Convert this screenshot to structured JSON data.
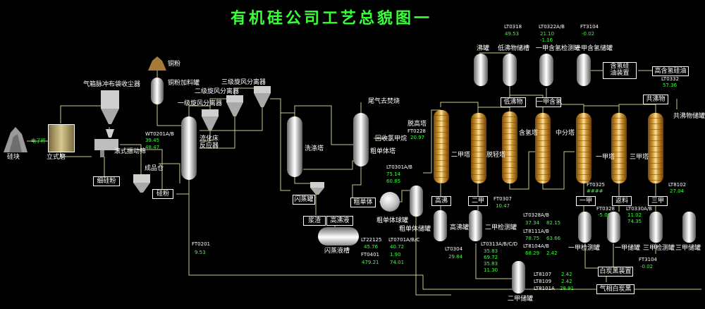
{
  "title": "有机硅公司工艺总貌图一",
  "colors": {
    "pipe": "#c9c98a",
    "text": "#ffffff",
    "value": "#39ff39",
    "background": "#000000"
  },
  "labels": {
    "silicon_block": "硅块",
    "vertical_mill": "立式磨",
    "small_tag": "电子秤",
    "pulse_collector": "气箱脉冲布袋收尘器",
    "vibrating_screen": "滚式振动筛",
    "fine_silicon": "细硅粉",
    "finished_product": "成品仓",
    "silicon_powder": "硅粉",
    "copper_powder": "铜粉",
    "copper_tank": "铜粉加料罐",
    "cyclone1": "一级旋风分离器",
    "cyclone2": "二级旋风分离器",
    "cyclone3": "三级旋风分离器",
    "fluid_bed": "流化床\n反应器",
    "washing_tower": "洗涤塔",
    "flash_tank": "闪蒸罐",
    "slurry": "浆渣",
    "high_boil_liquid": "高沸液",
    "flash_liquid_tank": "闪蒸液槽",
    "tail_gas": "尾气去焚烧",
    "recover_mcl": "回收氯甲烷",
    "crude_tower": "粗单体塔",
    "crude_mono": "粗单体",
    "crude_ball_tank": "粗单体球罐",
    "crude_storage": "粗单体储罐",
    "dehigh_tower": "脱高塔",
    "high_boil": "高沸",
    "high_boil_tank": "高沸罐",
    "dimethyl_tower": "二甲塔",
    "dimethyl": "二甲",
    "dimethyl_check": "二甲检测罐",
    "dimethyl_storage": "二甲储罐",
    "delight_tower": "脱轻塔",
    "low_boil": "低沸物",
    "low_boil_store": "低沸物储槽",
    "boil_tank": "沸罐",
    "h_tower": "含氢塔",
    "monomethyl_h": "一甲含氢",
    "mh_check": "一甲含氢检测罐",
    "mh_store": "一甲含氢储罐",
    "h_oil_device": "含氢硅\n油装置",
    "high_h_oil": "高含氢硅油",
    "mid_tower": "中分塔",
    "monomethyl_tower": "一甲塔",
    "monomethyl": "一甲",
    "mm_check": "一甲检测罐",
    "mm_store": "一甲储罐",
    "trimethyl_tower": "三甲塔",
    "trimethyl": "三甲",
    "tm_check": "三甲检测罐",
    "tm_store": "三甲储罐",
    "azeotrope": "共沸物",
    "azeotrope_store": "共沸物储罐",
    "reflux": "返料",
    "carbon_black_dev": "白炭黑装置",
    "fumed_silica": "气相白炭黑"
  },
  "instruments": {
    "wt0201_tag": "WT0201A/B",
    "wt0201_v1": "39.45",
    "wt0201_v2": "48.47",
    "ft0201_tag": "FT0201",
    "ft0201_v": "9.53",
    "lt0301_tag": "LT0301A/B",
    "lt0301_v1": "75.14",
    "lt0301_v2": "60.85",
    "ft0228_tag": "FT0228",
    "ft0228_v": "20.97",
    "lt22125_tag": "LT22125",
    "lt22125_v": "45.76",
    "ft0401_tag": "FT0401",
    "ft0401_v": "479.21",
    "lt0701_tag": "LT0701A/B/C",
    "lt0701_v1": "40.72",
    "lt0701_v2": "1.90",
    "lt0701_v3": "74.01",
    "lt0304_tag": "LT0304",
    "lt0304_v": "29.84",
    "lt0313_tag": "LT0313A/B/C/D",
    "lt0313_v1": "35.83",
    "lt0313_v2": "69.72",
    "lt0313_v3": "35.83",
    "lt0313_v4": "11.30",
    "ft0307_tag": "FT0307",
    "ft0307_v": "10.47",
    "lt0328_tag": "LT0328A/B",
    "lt0328_v1": "37.34",
    "lt0328_v2": "82.15",
    "lt8111_tag": "LT8111A/B",
    "lt8111_v1": "78.75",
    "lt8111_v2": "63.66",
    "lt8104_tag": "LT8104A/B",
    "lt8104_v1": "68.29",
    "lt8104_v2": "2.42",
    "lt8107_tag": "LT8107",
    "lt8107_v": "2.42",
    "lt8109_tag": "LT8109",
    "lt8109_v": "2.42",
    "lt8101_tag": "LT8101A",
    "lt8101_v": "28.91",
    "lt0318_tag": "LT0318",
    "lt0318_v": "49.53",
    "lt0322_tag": "LT0322A/B",
    "lt0322_v1": "21.10",
    "lt0322_v2": "-1.16",
    "ft3104a_tag": "FT3104",
    "ft3104a_v": "-0.02",
    "ft0325_tag": "FT0325",
    "ft0325_v": "####",
    "ft0328_tag": "FT0328",
    "ft0328_v": "-5.00",
    "lt0330_tag": "LT0330A/B",
    "lt0330_v1": "11.02",
    "lt0330_v2": "74.35",
    "ft3104b_tag": "FT3104",
    "ft3104b_v": "-0.02",
    "lt0332_tag": "LT0332",
    "lt0332_v": "57.36",
    "lt8102_tag": "LT8102",
    "lt8102_v": "27.04"
  }
}
